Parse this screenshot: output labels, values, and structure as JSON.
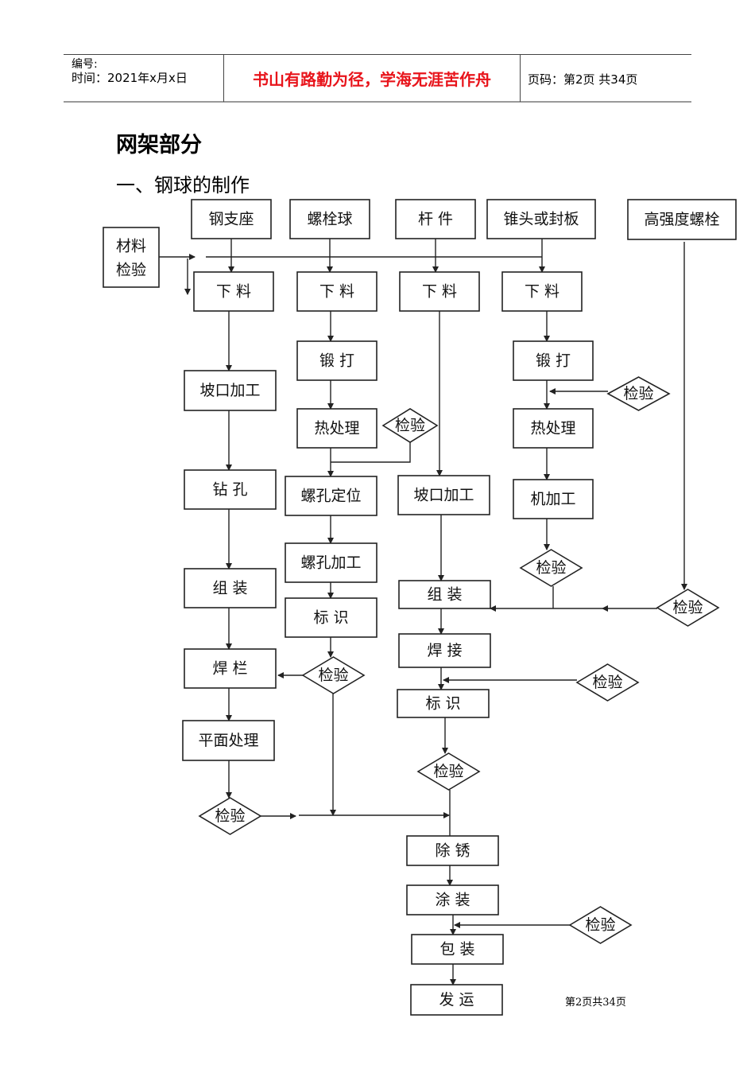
{
  "header": {
    "number_label": "编号:",
    "date_label": "时间：2021年x月x日",
    "motto": "书山有路勤为径，学海无涯苦作舟",
    "page_info": "页码：第2页 共34页"
  },
  "title": "网架部分",
  "subtitle": "一、钢球的制作",
  "footer": "第2页共34页",
  "flowchart": {
    "nodes": [
      {
        "id": "material",
        "label": "材料",
        "label2": "检验",
        "shape": "rect"
      },
      {
        "id": "steel_support",
        "label": "钢支座",
        "shape": "rect"
      },
      {
        "id": "bolt_ball",
        "label": "螺栓球",
        "shape": "rect"
      },
      {
        "id": "rod",
        "label": "杆  件",
        "shape": "rect"
      },
      {
        "id": "cone",
        "label": "锥头或封板",
        "shape": "rect"
      },
      {
        "id": "hs_bolt",
        "label": "高强度螺栓",
        "shape": "rect"
      },
      {
        "id": "cut1",
        "label": "下  料",
        "shape": "rect"
      },
      {
        "id": "cut2",
        "label": "下  料",
        "shape": "rect"
      },
      {
        "id": "cut3",
        "label": "下  料",
        "shape": "rect"
      },
      {
        "id": "cut4",
        "label": "下  料",
        "shape": "rect"
      },
      {
        "id": "bevel1",
        "label": "坡口加工",
        "shape": "rect"
      },
      {
        "id": "forge2",
        "label": "锻  打",
        "shape": "rect"
      },
      {
        "id": "forge4",
        "label": "锻  打",
        "shape": "rect"
      },
      {
        "id": "heat2",
        "label": "热处理",
        "shape": "rect"
      },
      {
        "id": "insp_heat2",
        "label": "检验",
        "shape": "diamond"
      },
      {
        "id": "insp_forge4",
        "label": "检验",
        "shape": "diamond"
      },
      {
        "id": "heat4",
        "label": "热处理",
        "shape": "rect"
      },
      {
        "id": "drill1",
        "label": "钻  孔",
        "shape": "rect"
      },
      {
        "id": "holepos2",
        "label": "螺孔定位",
        "shape": "rect"
      },
      {
        "id": "bevel3",
        "label": "坡口加工",
        "shape": "rect"
      },
      {
        "id": "machine4",
        "label": "机加工",
        "shape": "rect"
      },
      {
        "id": "holemach2",
        "label": "螺孔加工",
        "shape": "rect"
      },
      {
        "id": "insp_mach4",
        "label": "检验",
        "shape": "diamond"
      },
      {
        "id": "assy1",
        "label": "组  装",
        "shape": "rect"
      },
      {
        "id": "assy3",
        "label": "组  装",
        "shape": "rect"
      },
      {
        "id": "insp_bolt",
        "label": "检验",
        "shape": "diamond"
      },
      {
        "id": "mark2",
        "label": "标  识",
        "shape": "rect"
      },
      {
        "id": "weld3",
        "label": "焊  接",
        "shape": "rect"
      },
      {
        "id": "weld1",
        "label": "焊  栏",
        "shape": "rect"
      },
      {
        "id": "insp_mark2",
        "label": "检验",
        "shape": "diamond"
      },
      {
        "id": "insp_weld3",
        "label": "检验",
        "shape": "diamond"
      },
      {
        "id": "mark3",
        "label": "标  识",
        "shape": "rect"
      },
      {
        "id": "surface1",
        "label": "平面处理",
        "shape": "rect"
      },
      {
        "id": "insp_mark3",
        "label": "检验",
        "shape": "diamond"
      },
      {
        "id": "insp_surface1",
        "label": "检验",
        "shape": "diamond"
      },
      {
        "id": "derust",
        "label": "除  锈",
        "shape": "rect"
      },
      {
        "id": "coating",
        "label": "涂  装",
        "shape": "rect"
      },
      {
        "id": "insp_coat",
        "label": "检验",
        "shape": "diamond"
      },
      {
        "id": "pack",
        "label": "包  装",
        "shape": "rect"
      },
      {
        "id": "ship",
        "label": "发  运",
        "shape": "rect"
      }
    ]
  }
}
